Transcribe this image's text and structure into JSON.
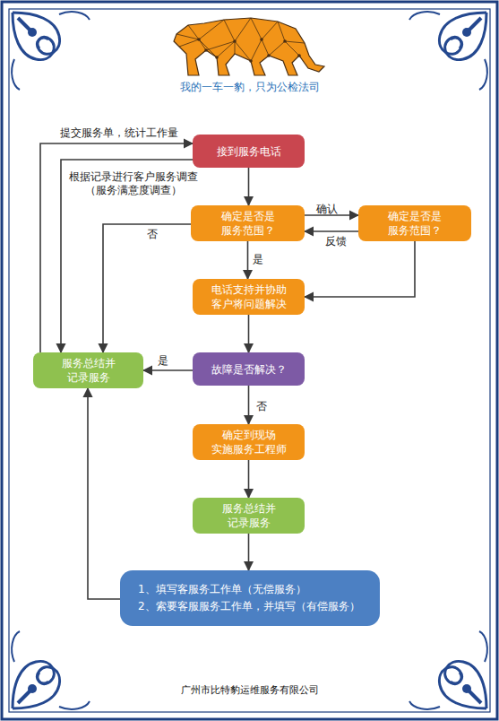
{
  "diagram": {
    "title": "我的一车一豹，只为公检法司",
    "caption": "广州市比特豹运维服务有限公司",
    "nodes": [
      {
        "text": [
          "接到服务电话"
        ]
      },
      {
        "text": [
          "确定是否是 服务范围？"
        ]
      },
      {
        "text": [
          "确定是否是 服务范围？"
        ]
      },
      {
        "text": [
          "电话支持并协助 客户将问题解决"
        ]
      },
      {
        "text": [
          "服务总结并 记录服务"
        ]
      },
      {
        "text": [
          "故障是否解决？"
        ]
      },
      {
        "text": [
          "确定到现场 实施服务工程师"
        ]
      },
      {
        "text": [
          "服务总结并 记录服务"
        ]
      },
      {
        "text": [
          "1、填写客服务工作单（无偿服务）",
          "2、索要客服服务工作单，并填写（有偿服务）"
        ]
      }
    ],
    "edges": [
      {
        "from": 0,
        "to": 1,
        "arrow": "to"
      },
      {
        "from": 1,
        "to": 2,
        "label": "确认",
        "arrow": "to"
      },
      {
        "from": 2,
        "to": 1,
        "label": "反馈",
        "arrow": "to"
      },
      {
        "from": 1,
        "to": 3,
        "label": "是",
        "arrow": "to"
      },
      {
        "from": 2,
        "to": 3,
        "arrow": "to"
      },
      {
        "from": 1,
        "to": 4,
        "label": "否",
        "arrow": "to"
      },
      {
        "from": 3,
        "to": 5,
        "arrow": "to"
      },
      {
        "from": 5,
        "to": 4,
        "label": "是",
        "arrow": "to"
      },
      {
        "from": 5,
        "to": 6,
        "label": "否",
        "arrow": "to"
      },
      {
        "from": 6,
        "to": 7,
        "arrow": "to"
      },
      {
        "from": 7,
        "to": 8,
        "arrow": "to"
      },
      {
        "from": 8,
        "to": 4,
        "arrow": "to"
      },
      {
        "from": 4,
        "to": 0,
        "label": "提交服务单，统计工作量",
        "arrow": "to"
      },
      {
        "from": 0,
        "to": 4,
        "label": "根据记录进行客户服务调查 （服务满意度调查）",
        "arrow": "to"
      }
    ]
  }
}
